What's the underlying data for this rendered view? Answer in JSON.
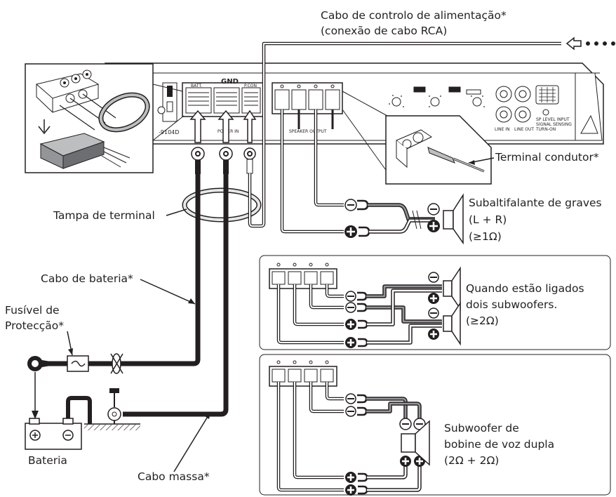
{
  "labels": {
    "power_control_cable": "Cabo de controlo de alimentação*",
    "rca_connection": "(conexão de cabo RCA)",
    "lead_terminal": "Terminal condutor*",
    "terminal_cover": "Tampa de terminal",
    "battery_cable": "Cabo de bateria*",
    "fuse_line1": "Fusível de",
    "fuse_line2": "Protecção*",
    "battery": "Bateria",
    "ground_cable": "Cabo massa*",
    "subwoofer_line1": "Subaltifalante de graves",
    "subwoofer_line2": "(L + R)",
    "subwoofer_line3": "(≥1Ω)",
    "two_subs_line1": "Quando estão ligados",
    "two_subs_line2": "dois subwoofers.",
    "two_subs_line3": "(≥2Ω)",
    "dual_vc_line1": "Subwoofer de",
    "dual_vc_line2": "bobine de voz dupla",
    "dual_vc_line3": "(2Ω + 2Ω)"
  },
  "amp_panel": {
    "gnd": "GND",
    "batt": "BATT.",
    "rem": "P.CON",
    "model": "-9104D",
    "power_in": "POWER IN",
    "speaker_output": "SPEAKER OUTPUT",
    "line_in": "LINE IN",
    "line_out": "LINE OUT",
    "sp_level_input": "SP LEVEL INPUT",
    "signal_sensing": "SIGNAL SENSING",
    "turn_on": "TURN-ON"
  }
}
